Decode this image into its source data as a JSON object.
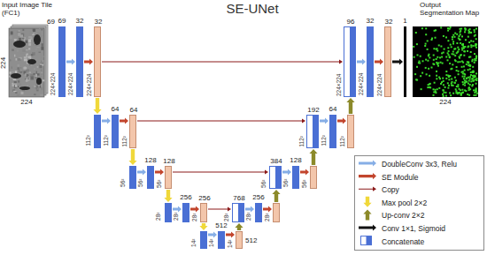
{
  "diagram": {
    "title": "SE-UNet",
    "nodes": [
      {
        "text": [
          "69",
          "224×224"
        ]
      },
      {
        "text": [
          "32",
          "224×224"
        ]
      },
      {
        "text": [
          "32",
          "224×224"
        ]
      },
      {
        "text": [
          "112²"
        ]
      },
      {
        "text": [
          "64",
          "112²"
        ]
      },
      {
        "text": [
          "64",
          "112²"
        ]
      },
      {
        "text": [
          "56²"
        ]
      },
      {
        "text": [
          "128",
          "56²"
        ]
      },
      {
        "text": [
          "128",
          "56²"
        ]
      },
      {
        "text": [
          "28²"
        ]
      },
      {
        "text": [
          "256",
          "28²"
        ]
      },
      {
        "text": [
          "256",
          "28²"
        ]
      },
      {
        "text": [
          "14²"
        ]
      },
      {
        "text": [
          "512",
          "14²"
        ]
      },
      {
        "text": [
          "512",
          "14²"
        ]
      },
      {
        "text": [
          "768",
          "28²"
        ]
      },
      {
        "text": [
          "256",
          "28²"
        ]
      },
      {
        "text": [
          "28²"
        ]
      },
      {
        "text": [
          "384",
          "56²"
        ]
      },
      {
        "text": [
          "128",
          "56²"
        ]
      },
      {
        "text": [
          "56²"
        ]
      },
      {
        "text": [
          "192",
          "112²"
        ]
      },
      {
        "text": [
          "64",
          "112²"
        ]
      },
      {
        "text": [
          "112²"
        ]
      },
      {
        "text": [
          "96",
          "224×224"
        ]
      },
      {
        "text": [
          "32",
          "224×224"
        ]
      },
      {
        "text": [
          "32",
          "224×224"
        ]
      },
      {
        "text": [
          "1"
        ]
      }
    ],
    "edges": [
      {
        "from": 0,
        "to": 1,
        "arrow": "to"
      },
      {
        "from": 3,
        "to": 4,
        "arrow": "to"
      },
      {
        "from": 6,
        "to": 7,
        "arrow": "to"
      },
      {
        "from": 9,
        "to": 10,
        "arrow": "to"
      },
      {
        "from": 12,
        "to": 13,
        "arrow": "to"
      },
      {
        "from": 15,
        "to": 16,
        "arrow": "to"
      },
      {
        "from": 18,
        "to": 19,
        "arrow": "to"
      },
      {
        "from": 21,
        "to": 22,
        "arrow": "to"
      },
      {
        "from": 24,
        "to": 25,
        "arrow": "to"
      },
      {
        "from": 1,
        "to": 2,
        "arrow": "to"
      },
      {
        "from": 4,
        "to": 5,
        "arrow": "to"
      },
      {
        "from": 7,
        "to": 8,
        "arrow": "to"
      },
      {
        "from": 10,
        "to": 11,
        "arrow": "to"
      },
      {
        "from": 13,
        "to": 14,
        "arrow": "to"
      },
      {
        "from": 16,
        "to": 17,
        "arrow": "to"
      },
      {
        "from": 19,
        "to": 20,
        "arrow": "to"
      },
      {
        "from": 22,
        "to": 23,
        "arrow": "to"
      },
      {
        "from": 25,
        "to": 26,
        "arrow": "to"
      },
      {
        "from": 2,
        "to": 3,
        "arrow": "to"
      },
      {
        "from": 5,
        "to": 6,
        "arrow": "to"
      },
      {
        "from": 8,
        "to": 9,
        "arrow": "to"
      },
      {
        "from": 11,
        "to": 12,
        "arrow": "to"
      },
      {
        "from": 14,
        "to": 15,
        "arrow": "to"
      },
      {
        "from": 17,
        "to": 18,
        "arrow": "to"
      },
      {
        "from": 20,
        "to": 21,
        "arrow": "to"
      },
      {
        "from": 23,
        "to": 24,
        "arrow": "to"
      },
      {
        "from": 2,
        "to": 24,
        "arrow": "to"
      },
      {
        "from": 5,
        "to": 21,
        "arrow": "to"
      },
      {
        "from": 8,
        "to": 18,
        "arrow": "to"
      },
      {
        "from": 11,
        "to": 15,
        "arrow": "to"
      },
      {
        "from": 26,
        "to": 27,
        "arrow": "to"
      }
    ],
    "labels": [
      "Input Image Tile (FC1)",
      "69",
      "224",
      "224",
      "Output Segmentation Map",
      "224"
    ],
    "legend": [
      {
        "text": "DoubleConv 3x3, Relu"
      },
      {
        "text": "SE Module"
      },
      {
        "text": "Copy"
      },
      {
        "text": "Max pool 2×2"
      },
      {
        "text": "Up-conv 2×2"
      },
      {
        "text": "Conv 1×1, Sigmoid"
      },
      {
        "text": "Concatenate"
      }
    ]
  }
}
